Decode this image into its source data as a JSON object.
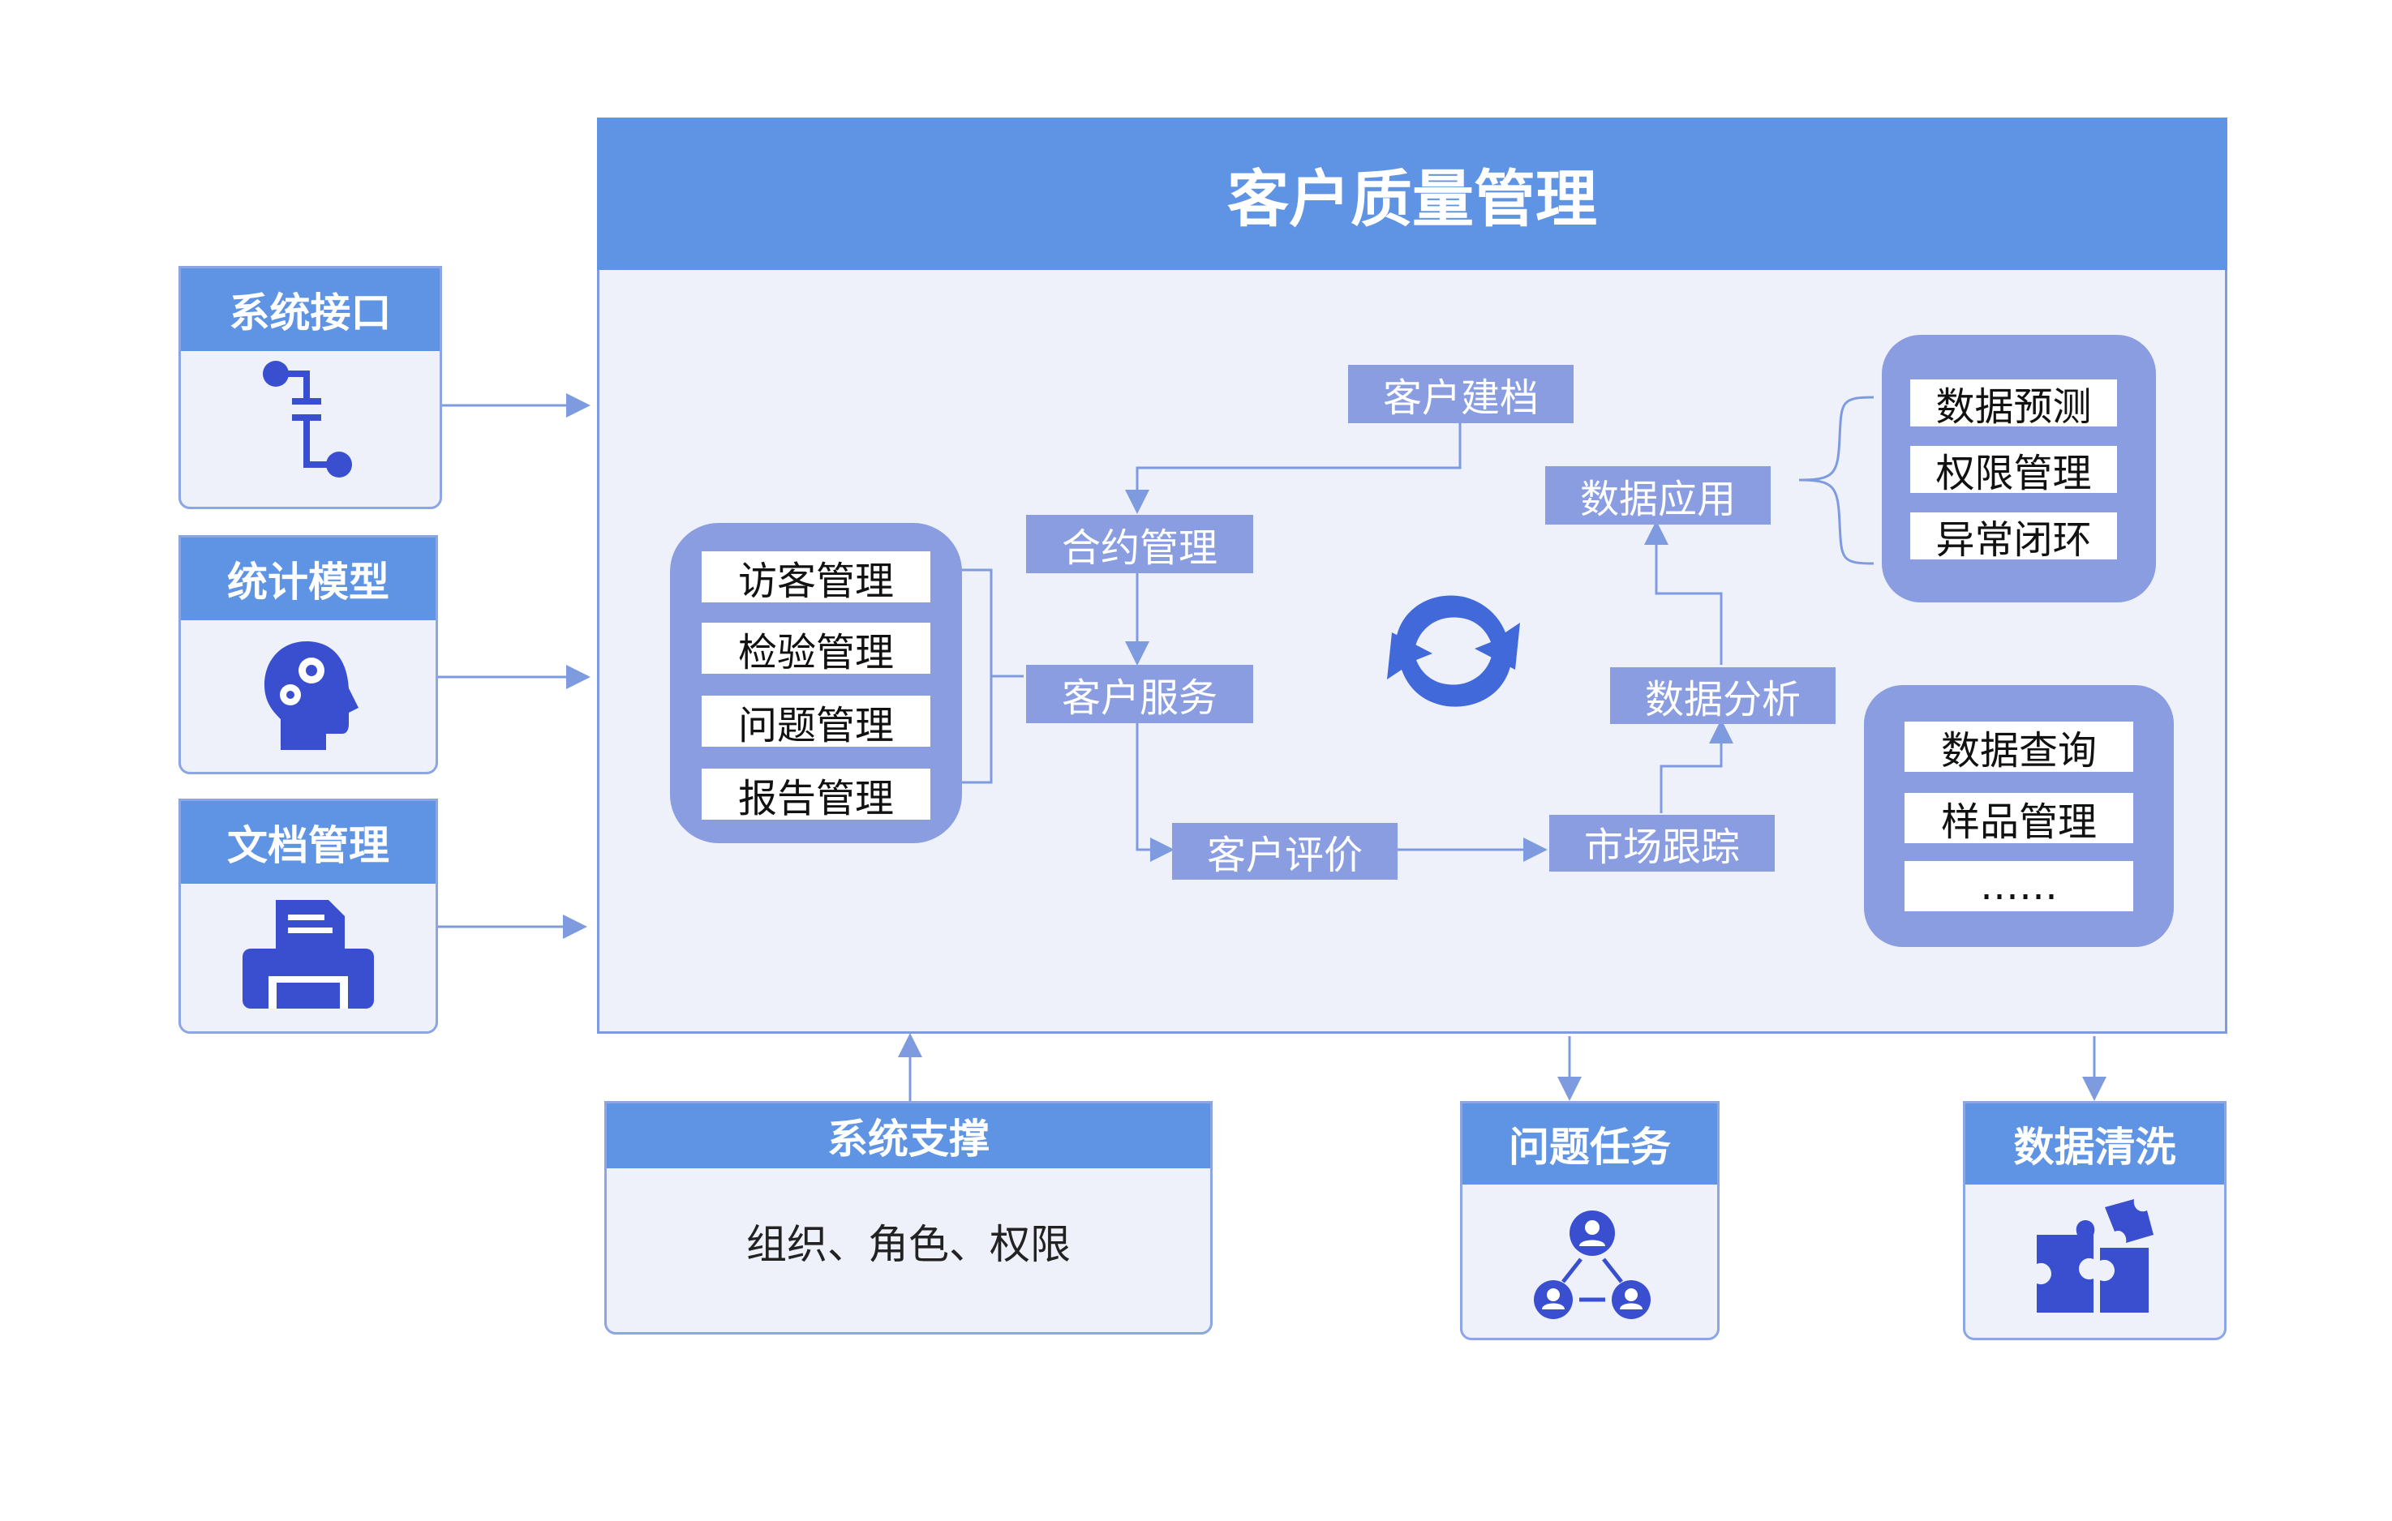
{
  "main": {
    "title": "客户质量管理"
  },
  "left_cards": [
    {
      "title": "系统接口",
      "icon": "connection-icon"
    },
    {
      "title": "统计模型",
      "icon": "head-gears-icon"
    },
    {
      "title": "文档管理",
      "icon": "printer-icon"
    }
  ],
  "bottom_cards": [
    {
      "title": "系统支撑",
      "text": "组织、角色、权限"
    },
    {
      "title": "问题任务",
      "icon": "team-network-icon"
    },
    {
      "title": "数据清洗",
      "icon": "puzzle-icon"
    }
  ],
  "left_group": [
    "访客管理",
    "检验管理",
    "问题管理",
    "报告管理"
  ],
  "flow": {
    "archive": "客户建档",
    "contract": "合约管理",
    "service": "客户服务",
    "evaluation": "客户评价",
    "market": "市场跟踪",
    "analysis": "数据分析",
    "application": "数据应用"
  },
  "right_group_top": [
    "数据预测",
    "权限管理",
    "异常闭环"
  ],
  "right_group_bottom": [
    "数据查询",
    "样品管理",
    "……"
  ],
  "colors": {
    "header": "#5f93e3",
    "flow_box": "#8a9de0",
    "panel_bg": "#eef1fa",
    "icon": "#3a4fd0",
    "line": "#7f9be0"
  }
}
